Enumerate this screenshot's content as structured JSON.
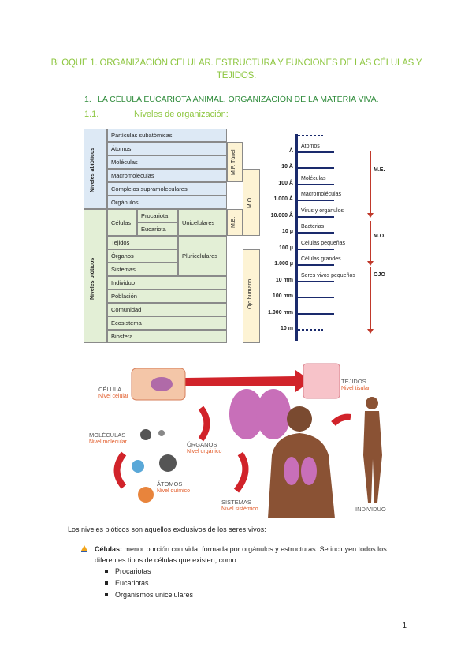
{
  "title": "BLOQUE 1. ORGANIZACIÓN CELULAR. ESTRUCTURA Y FUNCIONES DE LAS CÉLULAS Y TEJIDOS.",
  "section1": {
    "num": "1.",
    "text": "LA CÉLULA EUCARIOTA ANIMAL. ORGANIZACIÓN DE LA MATERIA VIVA."
  },
  "section11": {
    "num": "1.1.",
    "text": "Niveles de organización:"
  },
  "table": {
    "abioticos_label": "Niveles abióticos",
    "bioticos_label": "Niveles bióticos",
    "rows_abioticos": [
      "Partículas subatómicas",
      "Átomos",
      "Moléculas",
      "Macromoléculas",
      "Complejos supramoleculares",
      "Orgánulos"
    ],
    "celulas": "Células",
    "procariota": "Procariota",
    "eucariota": "Eucariota",
    "unicelulares": "Unicelulares",
    "pluricelulares": "Pluricelulares",
    "rows_bioticos": [
      "Tejidos",
      "Órganos",
      "Sistemas",
      "Individuo",
      "Población",
      "Comunidad",
      "Ecosistema",
      "Biosfera"
    ],
    "mf_tunel": "M.F. Túnel",
    "mo": "M.O.",
    "me": "M.E.",
    "ojo_humano": "Ojo humano"
  },
  "scale": {
    "ticks": [
      {
        "lab": "",
        "desc": ""
      },
      {
        "lab": "Å",
        "desc": "Átomos"
      },
      {
        "lab": "10 Å",
        "desc": ""
      },
      {
        "lab": "100 Å",
        "desc": "Moléculas"
      },
      {
        "lab": "1.000 Å",
        "desc": "Macromoléculas"
      },
      {
        "lab": "10.000 Å",
        "desc": "Virus y orgánulos"
      },
      {
        "lab": "10 μ",
        "desc": "Bacterias"
      },
      {
        "lab": "100 μ",
        "desc": "Células pequeñas"
      },
      {
        "lab": "1.000 μ",
        "desc": "Células grandes"
      },
      {
        "lab": "10 mm",
        "desc": "Seres vivos pequeños"
      },
      {
        "lab": "100 mm",
        "desc": ""
      },
      {
        "lab": "1.000 mm",
        "desc": ""
      },
      {
        "lab": "10 m",
        "desc": ""
      }
    ],
    "arrows": [
      "M.E.",
      "M.O.",
      "OJO"
    ]
  },
  "illustration": {
    "celula": "CÉLULA",
    "celula_sub": "Nivel celular",
    "tejidos": "TEJIDOS",
    "tejidos_sub": "Nivel tisular",
    "moleculas": "MOLÉCULAS",
    "moleculas_sub": "Nivel molecular",
    "organos": "ÓRGANOS",
    "organos_sub": "Nivel orgánico",
    "atomos": "ÁTOMOS",
    "atomos_sub": "Nivel químico",
    "sistemas": "SISTEMAS",
    "sistemas_sub": "Nivel sistémico",
    "individuo": "INDIVIDUO"
  },
  "paragraph": "Los niveles bióticos son aquellos exclusivos de los seres vivos:",
  "bullet": {
    "bold": "Células:",
    "text": " menor porción con vida, formada por orgánulos y estructuras. Se incluyen todos los diferentes tipos de células que existen, como:"
  },
  "sublist": [
    "Procariotas",
    "Eucariotas",
    "Organismos unicelulares"
  ],
  "page_number": "1",
  "colors": {
    "title_green": "#8dc63f",
    "heading_green": "#2e8b3a",
    "arrow_red": "#c0392b",
    "scale_blue": "#1a2a6c"
  }
}
